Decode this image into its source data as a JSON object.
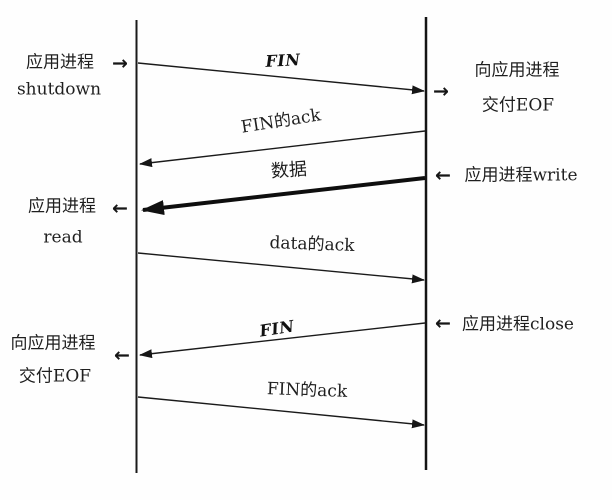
{
  "diagram": {
    "title_hint": "TCP half-close sequence diagram",
    "colors": {
      "ink": "#1b1b1b",
      "background": "#fefefe"
    },
    "glyphs": {
      "right_arrow": "→",
      "left_arrow": "←"
    },
    "left_labels": [
      {
        "line1": "应用进程",
        "line2": "shutdown",
        "arrow": "→"
      },
      {
        "line1": "应用进程",
        "line2": "read",
        "arrow": "←"
      },
      {
        "line1": "向应用进程",
        "line2": "交付EOF",
        "arrow": "←"
      }
    ],
    "right_labels": [
      {
        "line1": "向应用进程",
        "line2": "交付EOF",
        "arrow": "→"
      },
      {
        "line1": "应用进程write",
        "arrow": "←"
      },
      {
        "line1": "应用进程close",
        "arrow": "←"
      }
    ],
    "messages": [
      {
        "label": "FIN",
        "direction": "left-to-right",
        "style": "thin-bold-label"
      },
      {
        "label": "FIN的ack",
        "direction": "right-to-left",
        "style": "thin"
      },
      {
        "label": "数据",
        "direction": "right-to-left",
        "style": "thick"
      },
      {
        "label": "data的ack",
        "direction": "left-to-right",
        "style": "thin"
      },
      {
        "label": "FIN",
        "direction": "right-to-left",
        "style": "thin-bold-label"
      },
      {
        "label": "FIN的ack",
        "direction": "left-to-right",
        "style": "thin"
      }
    ]
  }
}
